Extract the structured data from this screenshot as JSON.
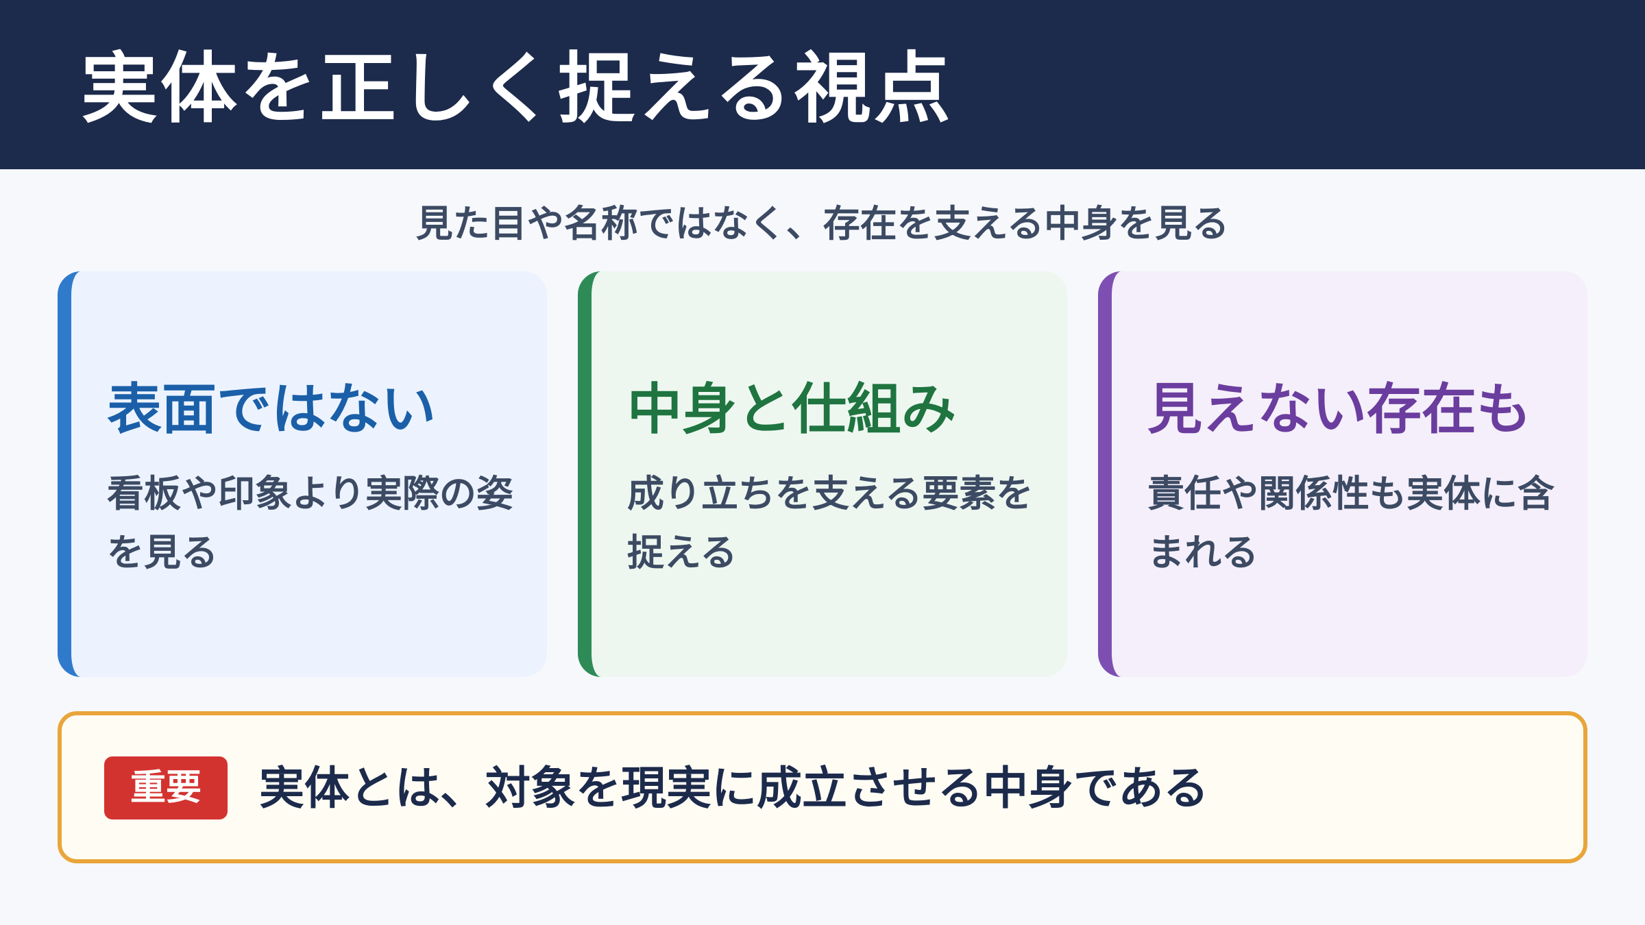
{
  "header": {
    "title": "実体を正しく捉える視点"
  },
  "subtitle": "見た目や名称ではなく、存在を支える中身を見る",
  "cards": [
    {
      "title": "表面ではない",
      "body": "看板や印象より実際の姿を見る"
    },
    {
      "title": "中身と仕組み",
      "body": "成り立ちを支える要素を捉える"
    },
    {
      "title": "見えない存在も",
      "body": "責任や関係性も実体に含まれる"
    }
  ],
  "highlight": {
    "badge": "重要",
    "text": "実体とは、対象を現実に成立させる中身である"
  },
  "colors": {
    "header_bg": "#1c2a4b",
    "card1_accent": "#2f7acb",
    "card2_accent": "#2e8b57",
    "card3_accent": "#7e4fb3",
    "highlight_border": "#e9a53a",
    "badge_bg": "#d3332f"
  }
}
